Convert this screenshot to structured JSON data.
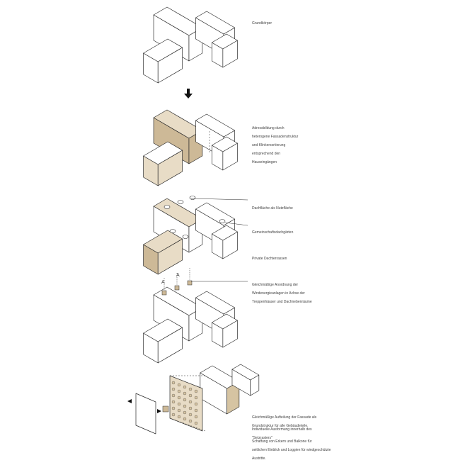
{
  "stages": [
    {
      "id": "s1",
      "lines": [
        "Grundkörper"
      ]
    },
    {
      "id": "s2",
      "lines": [
        "Adressbildung durch",
        "heterogene Fassadenstruktur",
        "und Klinkersortierung",
        "entsprechend den",
        "Hauseingängen"
      ]
    },
    {
      "id": "s3",
      "labels": [
        {
          "lines": [
            "Dachfläche als Nutzfläche"
          ]
        },
        {
          "lines": [
            "Gemeinschaftsdachgärten"
          ]
        },
        {
          "lines": [
            "Private Dachterrassen"
          ]
        }
      ]
    },
    {
      "id": "s4",
      "lines": [
        "Gleichmäßige Anordnung der",
        "Windenergieanlagen in Achse der",
        "Treppenhäuser und Dachnebenräume"
      ],
      "markers": [
        "A",
        "A"
      ]
    },
    {
      "id": "s5",
      "labels": [
        {
          "lines": [
            "Gleichmäßige Aufteilung der Fassade als",
            "Grundstruktur für alle Gebäudeteile."
          ]
        },
        {
          "lines": [
            "Individuelle Ausformung innerhalb des",
            "\"Setzrasters\""
          ]
        },
        {
          "lines": [
            "Schaffung von Erkern und Balkone für",
            "seitlichen Einblick und Loggien für windgeschützte",
            "Austritte."
          ]
        }
      ]
    }
  ],
  "colors": {
    "line": "#2a2a2a",
    "tan": "#cdb997",
    "tan_light": "#e8dcc6",
    "panel": "#d6c4a2",
    "arrow": "#111111"
  },
  "icons": [
    "down-arrow-icon",
    "wind-turbine-icon",
    "roof-garden-icon",
    "facade-panel-icon"
  ]
}
